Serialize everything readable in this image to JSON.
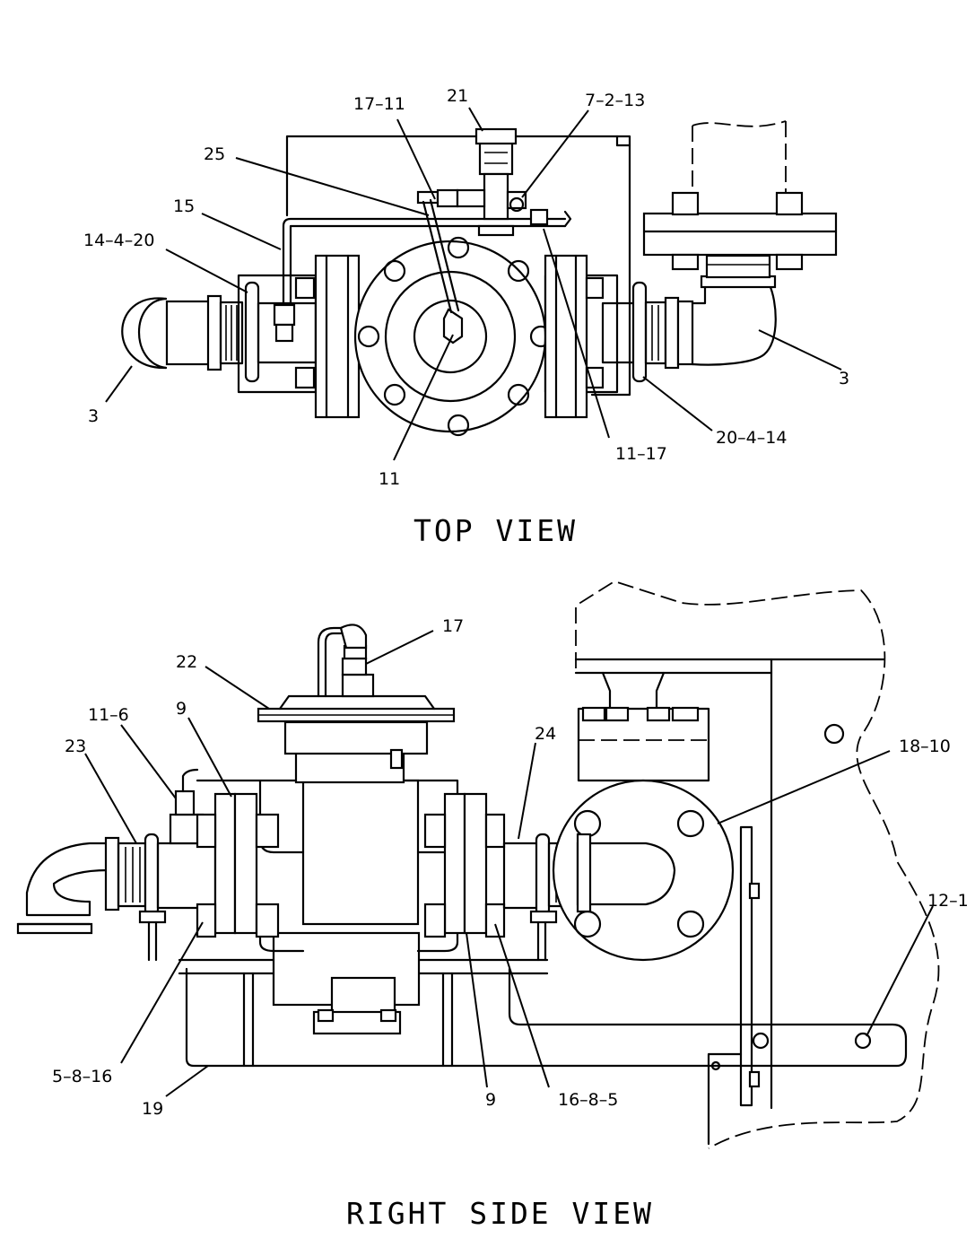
{
  "top_view": {
    "title": "TOP  VIEW",
    "callouts": [
      "17–11",
      "21",
      "7–2–13",
      "25",
      "15",
      "14–4–20",
      "3",
      "3",
      "20–4–14",
      "11–17",
      "11"
    ]
  },
  "right_side_view": {
    "title": "RIGHT  SIDE  VIEW",
    "callouts": [
      "17",
      "22",
      "11–6",
      "9",
      "23",
      "24",
      "18–10",
      "12–1",
      "5–8–16",
      "19",
      "9",
      "16–8–5"
    ]
  }
}
